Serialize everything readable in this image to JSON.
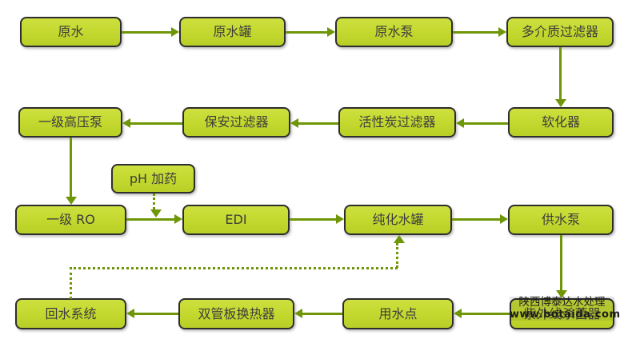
{
  "nodes": {
    "raw_water": "原水",
    "raw_water_tank": "原水罐",
    "raw_water_pump": "原水泵",
    "multimedia_filter": "多介质过滤器",
    "softener": "软化器",
    "carbon_filter": "活性炭过滤器",
    "security_filter": "保安过滤器",
    "hp_pump": "一级高压泵",
    "ph_dosing": "pH 加药",
    "ro": "一级 RO",
    "edi": "EDI",
    "purified_tank": "纯化水罐",
    "supply_pump": "供水泵",
    "uv_sterilizer": "紫外线杀菌器",
    "use_point": "用水点",
    "heat_exchanger": "双管板换热器",
    "return_system": "回水系统"
  },
  "watermark": {
    "line1": "陕西博泰达水处理",
    "line2": "www.botaida.com"
  },
  "colors": {
    "background": "#ffffff",
    "node_fill": "#c3d82e",
    "node_border": "#2e2e2e",
    "arrow": "#6e9606",
    "text": "#3d3d3d"
  }
}
